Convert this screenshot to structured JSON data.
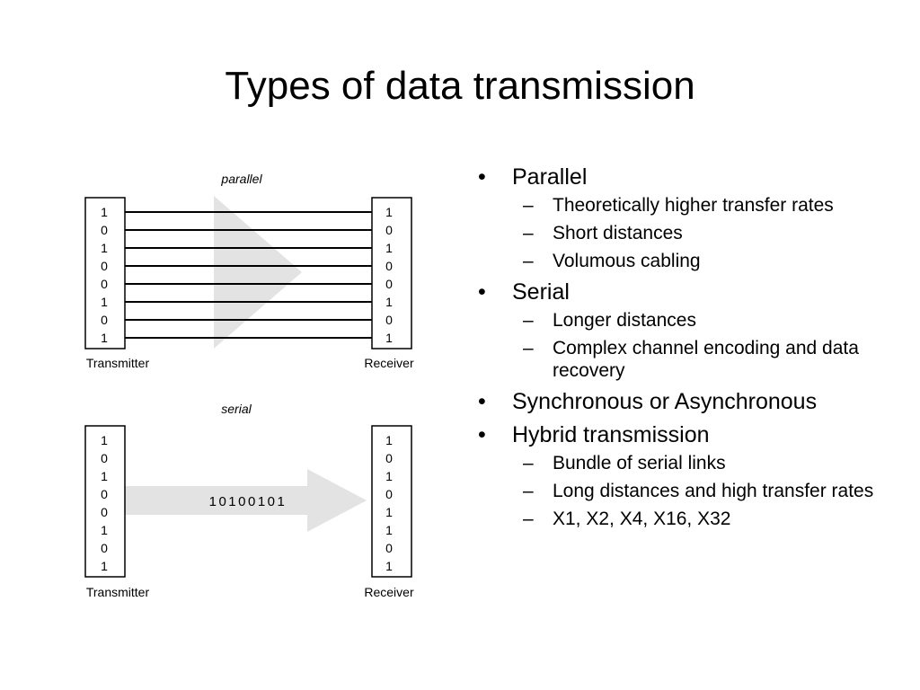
{
  "slide": {
    "title": "Types of data transmission"
  },
  "diagram": {
    "parallel": {
      "label": "parallel",
      "transmitter_label": "Transmitter",
      "receiver_label": "Receiver",
      "tx_bits": [
        "1",
        "0",
        "1",
        "0",
        "0",
        "1",
        "0",
        "1"
      ],
      "rx_bits": [
        "1",
        "0",
        "1",
        "0",
        "0",
        "1",
        "0",
        "1"
      ]
    },
    "serial": {
      "label": "serial",
      "transmitter_label": "Transmitter",
      "receiver_label": "Receiver",
      "tx_bits": [
        "1",
        "0",
        "1",
        "0",
        "0",
        "1",
        "0",
        "1"
      ],
      "rx_bits": [
        "1",
        "0",
        "1",
        "0",
        "1",
        "1",
        "0",
        "1"
      ],
      "stream": "10100101"
    }
  },
  "bullets": [
    {
      "label": "Parallel",
      "sub": [
        "Theoretically higher transfer rates",
        "Short distances",
        "Volumous cabling"
      ]
    },
    {
      "label": "Serial",
      "sub": [
        "Longer distances",
        "Complex channel encoding and data recovery"
      ]
    },
    {
      "label": "Synchronous or Asynchronous",
      "sub": []
    },
    {
      "label": "Hybrid transmission",
      "sub": [
        "Bundle of serial links",
        "Long distances and high transfer rates",
        "X1, X2, X4, X16, X32"
      ]
    }
  ]
}
